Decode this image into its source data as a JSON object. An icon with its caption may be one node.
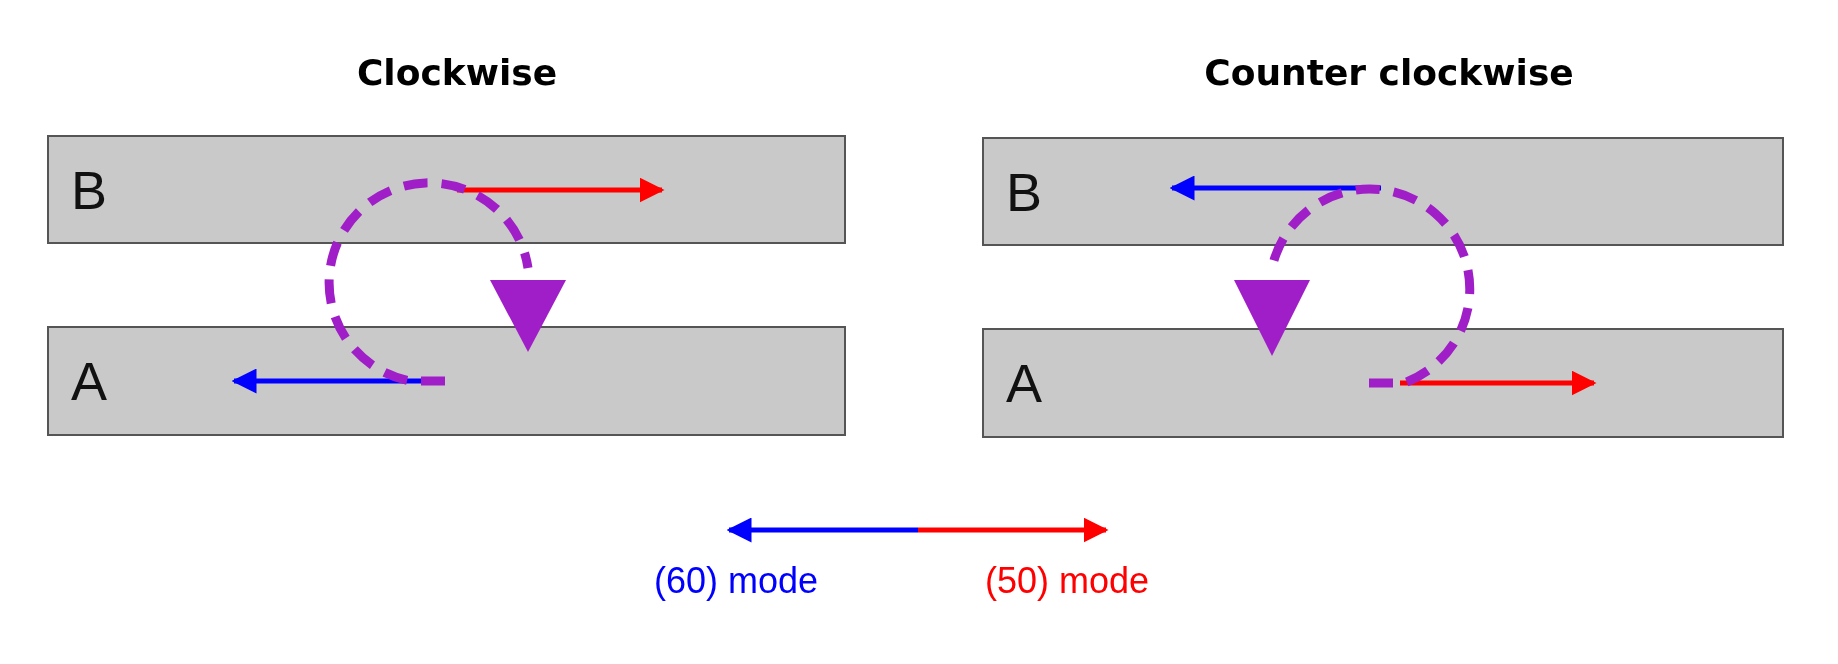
{
  "diagram": {
    "nodes": [
      {
        "text": [
          "B"
        ]
      },
      {
        "text": [
          "B"
        ]
      },
      {
        "text": [
          "A"
        ]
      },
      {
        "text": [
          "A"
        ]
      }
    ],
    "labels": [
      "Clockwise",
      "Counter clockwise"
    ],
    "legend": [
      {
        "text": "(60) mode",
        "color": "#0000ff"
      },
      {
        "text": "(50) mode",
        "color": "#ff0000"
      }
    ]
  }
}
